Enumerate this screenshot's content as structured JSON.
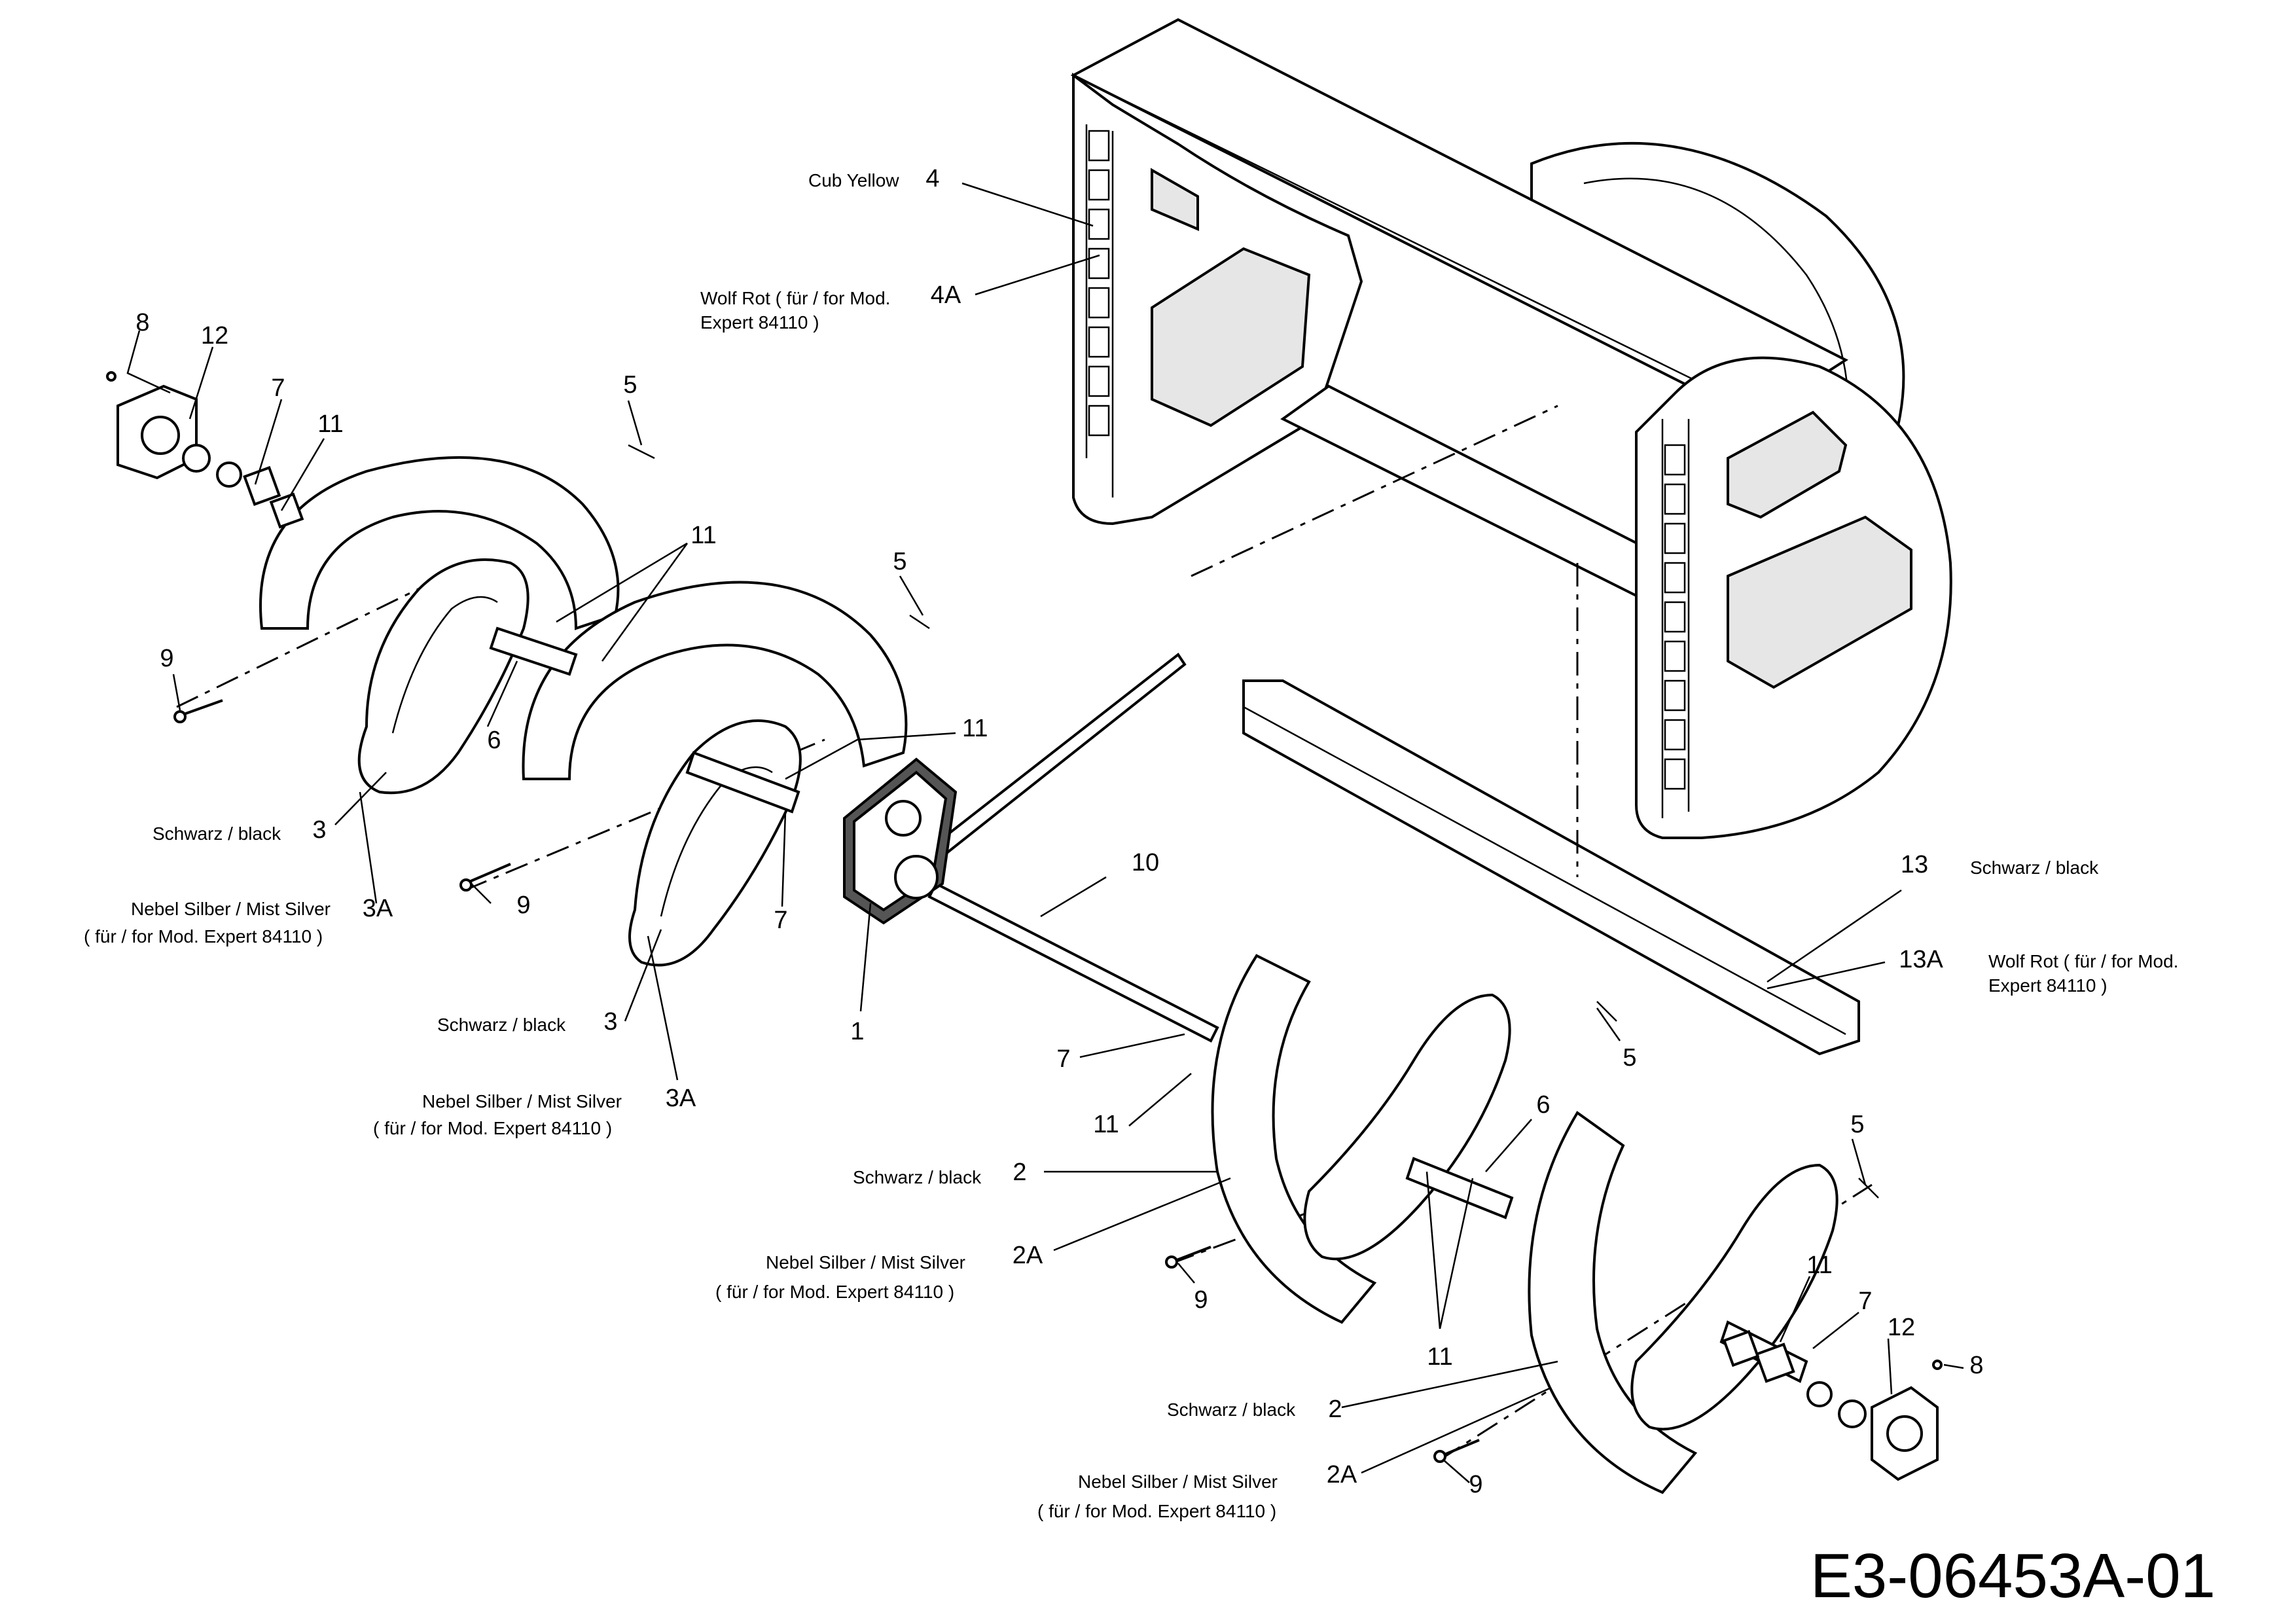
{
  "callouts": {
    "c4": "4",
    "c4a": "4A",
    "c8a": "8",
    "c12a": "12",
    "c7a": "7",
    "c11a": "11",
    "c5a": "5",
    "c11b": "11",
    "c5b": "5",
    "c9a": "9",
    "c6a": "6",
    "c11c": "11",
    "c3a": "3",
    "c3aa": "3A",
    "c9b": "9",
    "c7b": "7",
    "c3b": "3",
    "c3ab": "3A",
    "c1": "1",
    "c10": "10",
    "c13": "13",
    "c13a": "13A",
    "c5c": "5",
    "c7c": "7",
    "c11d": "11",
    "c6b": "6",
    "c2a": "2",
    "c2aa": "2A",
    "c9c": "9",
    "c11e": "11",
    "c5d": "5",
    "c11f": "11",
    "c7d": "7",
    "c12b": "12",
    "c8b": "8",
    "c2b": "2",
    "c2ab": "2A",
    "c9d": "9"
  },
  "notes": {
    "n4": "Cub Yellow",
    "n4a_1": "Wolf Rot ( für / for Mod.",
    "n4a_2": "Expert 84110 )",
    "n3a": "Schwarz / black",
    "n3aa_1": "Nebel Silber / Mist Silver",
    "n3aa_2": "( für / for Mod.  Expert 84110 )",
    "n3b": "Schwarz / black",
    "n3ab_1": "Nebel Silber / Mist Silver",
    "n3ab_2": "( für / for Mod.  Expert 84110 )",
    "n13": "Schwarz / black",
    "n13a_1": "Wolf Rot ( für / for Mod.",
    "n13a_2": "Expert 84110 )",
    "n2a": "Schwarz / black",
    "n2aa_1": "Nebel Silber / Mist Silver",
    "n2aa_2": "( für / for Mod.  Expert 84110 )",
    "n2b": "Schwarz / black",
    "n2ab_1": "Nebel Silber / Mist Silver",
    "n2ab_2": "( für / for Mod.  Expert 84110 )"
  },
  "drawing_number": "E3-06453A-01"
}
